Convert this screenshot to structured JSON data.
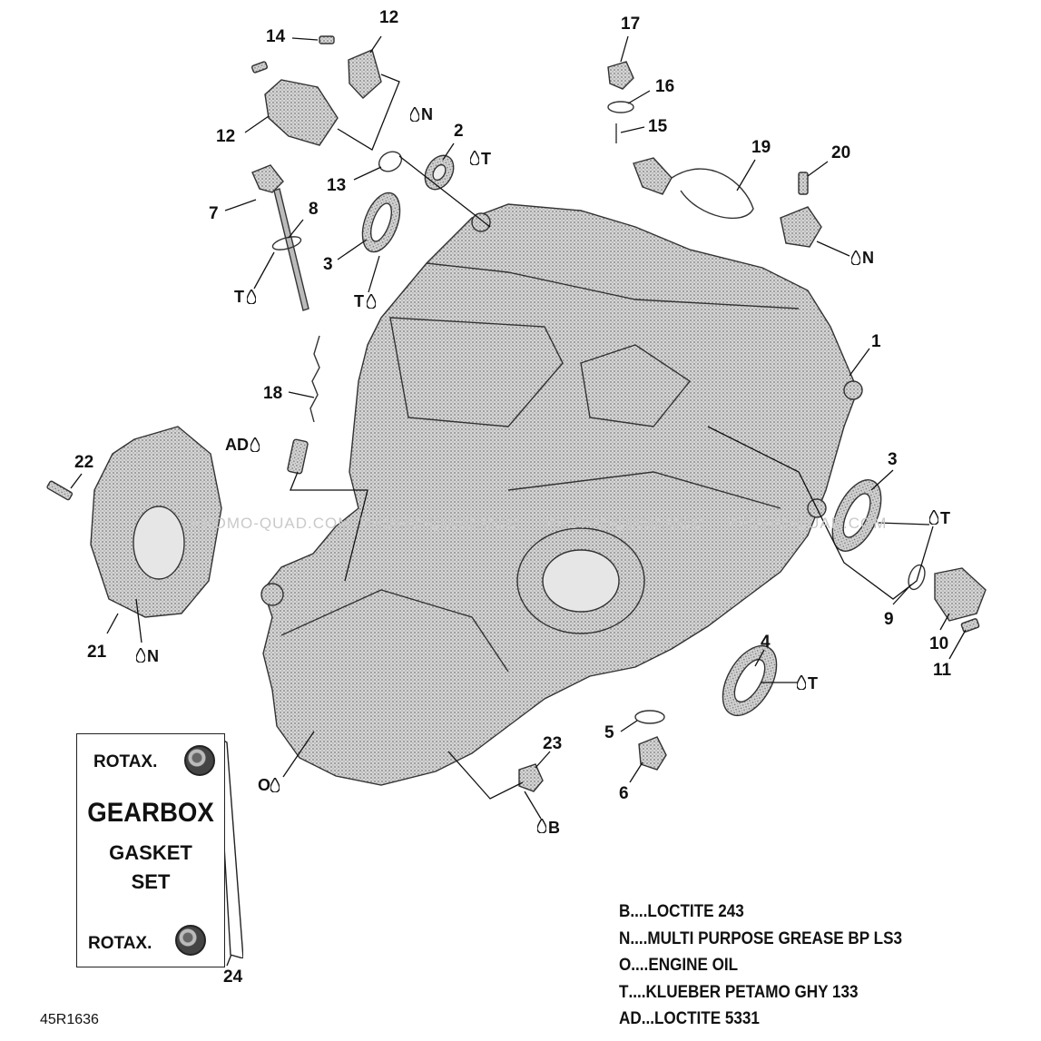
{
  "callouts": {
    "c12a": "12",
    "c14": "14",
    "c12b": "12",
    "c13": "13",
    "c2": "2",
    "c7": "7",
    "c8": "8",
    "c3a": "3",
    "c17": "17",
    "c16": "16",
    "c15": "15",
    "c19": "19",
    "c20": "20",
    "c1": "1",
    "c18": "18",
    "c22": "22",
    "c21": "21",
    "c3b": "3",
    "c9": "9",
    "c10": "10",
    "c11": "11",
    "c4": "4",
    "c5": "5",
    "c6": "6",
    "c23": "23",
    "c24": "24"
  },
  "lubricant_marks": {
    "n1": "N",
    "t1": "T",
    "n2": "N",
    "t2": "T",
    "t3": "T",
    "ad": "AD",
    "n3": "N",
    "t4": "T",
    "t5": "T",
    "o": "O",
    "b": "B"
  },
  "watermark": "PROMO-QUAD.COM",
  "kit": {
    "brand": "ROTAX.",
    "line1": "GEARBOX",
    "line2": "GASKET",
    "line3": "SET"
  },
  "legend": [
    {
      "code": "B",
      "sep": " .... ",
      "text": "LOCTITE 243"
    },
    {
      "code": "N",
      "sep": " .... ",
      "text": "MULTI PURPOSE GREASE BP LS3"
    },
    {
      "code": "O",
      "sep": " .... ",
      "text": "ENGINE OIL"
    },
    {
      "code": "T",
      "sep": " .... ",
      "text": "KLUEBER PETAMO GHY 133"
    },
    {
      "code": "AD",
      "sep": "... ",
      "text": "LOCTITE 5331"
    }
  ],
  "drawing_number": "45R1636"
}
